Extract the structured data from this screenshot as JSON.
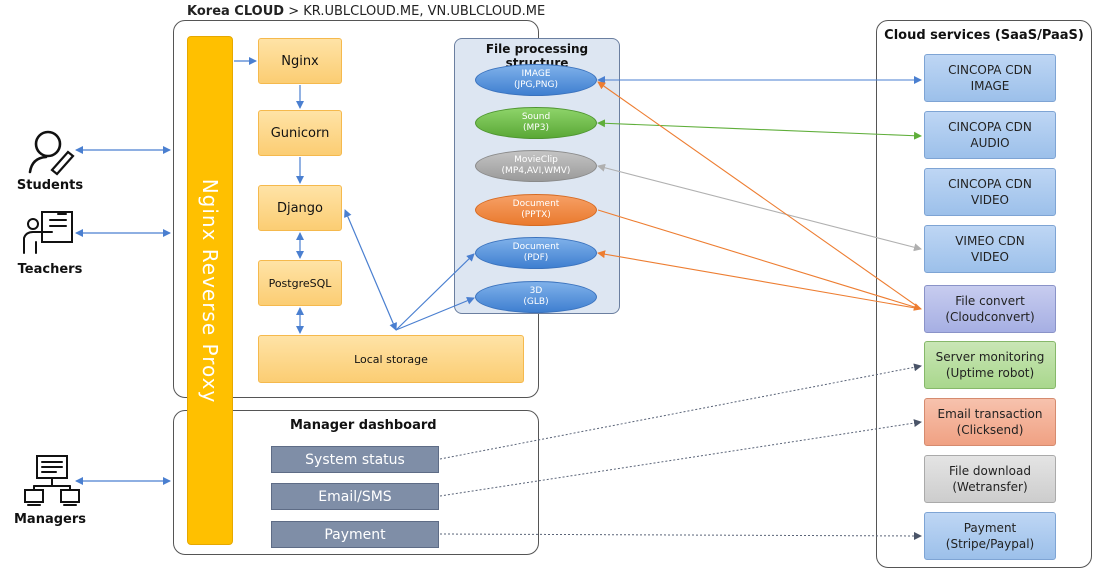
{
  "korea_cloud": {
    "title": "Korea CLOUD",
    "separator": " > ",
    "domains": "KR.UBLCLOUD.ME, VN.UBLCLOUD.ME"
  },
  "proxy": {
    "label": "Nginx Reverse Proxy"
  },
  "server_stack": {
    "nginx": "Nginx",
    "gunicorn": "Gunicorn",
    "django": "Django",
    "postgresql": "PostgreSQL",
    "local_storage": "Local storage"
  },
  "file_processing": {
    "title": "File processing structure",
    "items": [
      {
        "name": "IMAGE",
        "sub": "(JPG,PNG)",
        "color": "#4a88d6"
      },
      {
        "name": "Sound",
        "sub": "(MP3)",
        "color": "#62b03e"
      },
      {
        "name": "MovieClip",
        "sub": "(MP4,AVI,WMV)",
        "color": "#a6a6a6"
      },
      {
        "name": "Document",
        "sub": "(PPTX)",
        "color": "#ed7d31"
      },
      {
        "name": "Document",
        "sub": "(PDF)",
        "color": "#4a88d6"
      },
      {
        "name": "3D",
        "sub": "(GLB)",
        "color": "#4a88d6"
      }
    ]
  },
  "actors": {
    "students": "Students",
    "teachers": "Teachers",
    "managers": "Managers"
  },
  "dashboard": {
    "title": "Manager dashboard",
    "buttons": [
      "System status",
      "Email/SMS",
      "Payment"
    ]
  },
  "cloud_services": {
    "title": "Cloud services (SaaS/PaaS)",
    "items": [
      {
        "line1": "CINCOPA CDN",
        "line2": "IMAGE"
      },
      {
        "line1": "CINCOPA CDN",
        "line2": "AUDIO"
      },
      {
        "line1": "CINCOPA CDN",
        "line2": "VIDEO"
      },
      {
        "line1": "VIMEO CDN",
        "line2": "VIDEO"
      },
      {
        "line1": "File convert",
        "line2": "(Cloudconvert)"
      },
      {
        "line1": "Server monitoring",
        "line2": "(Uptime robot)"
      },
      {
        "line1": "Email transaction",
        "line2": "(Clicksend)"
      },
      {
        "line1": "File download",
        "line2": "(Wetransfer)"
      },
      {
        "line1": "Payment",
        "line2": "(Stripe/Paypal)"
      }
    ]
  },
  "colors": {
    "proxy": "#ffc000",
    "blue_arrow": "#4a7fd0",
    "green_arrow": "#5fae3a",
    "orange_arrow": "#ed7d31",
    "gray_arrow": "#b0b0b0",
    "dash_line": "#5a6478"
  }
}
